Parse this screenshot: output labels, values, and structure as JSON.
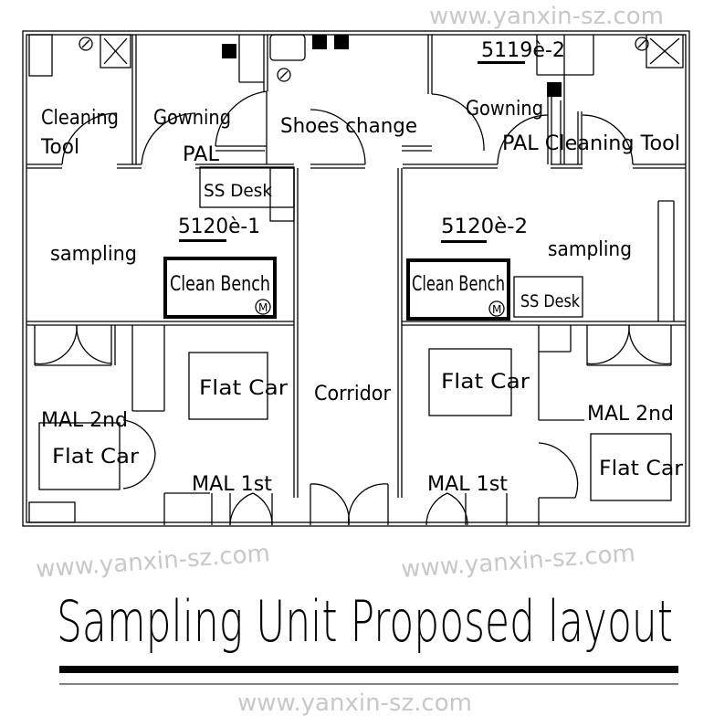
{
  "plan": {
    "rooms": {
      "cleaning_tool_left_1": "Cleaning",
      "cleaning_tool_left_2": "Tool",
      "gowning_left_1": "Gowning",
      "gowning_left_2": "PAL",
      "shoes_change": "Shoes change",
      "ss_desk_left": "SS Desk",
      "room_code_left": "5120è-1",
      "sampling_left": "sampling",
      "clean_bench_left": "Clean Bench",
      "flat_car_left_a": "Flat Car",
      "corridor": "Corridor",
      "mal2_left": "MAL 2nd",
      "flat_car_left_b": "Flat Car",
      "mal1_left": "MAL 1st",
      "room_code_top_right": "5119è-2",
      "gowning_right": "Gowning",
      "pal_cleaning_tool_right": "PAL Cleaning Tool",
      "room_code_right": "5120è-2",
      "sampling_right": "sampling",
      "clean_bench_right": "Clean Bench",
      "ss_desk_right": "SS Desk",
      "flat_car_right_a": "Flat Car",
      "mal2_right": "MAL 2nd",
      "flat_car_right_b": "Flat Car",
      "mal1_right": "MAL 1st"
    },
    "motor_symbol": "M",
    "watermark": "www.yanxin-sz.com"
  },
  "title": "Sampling Unit Proposed layout"
}
